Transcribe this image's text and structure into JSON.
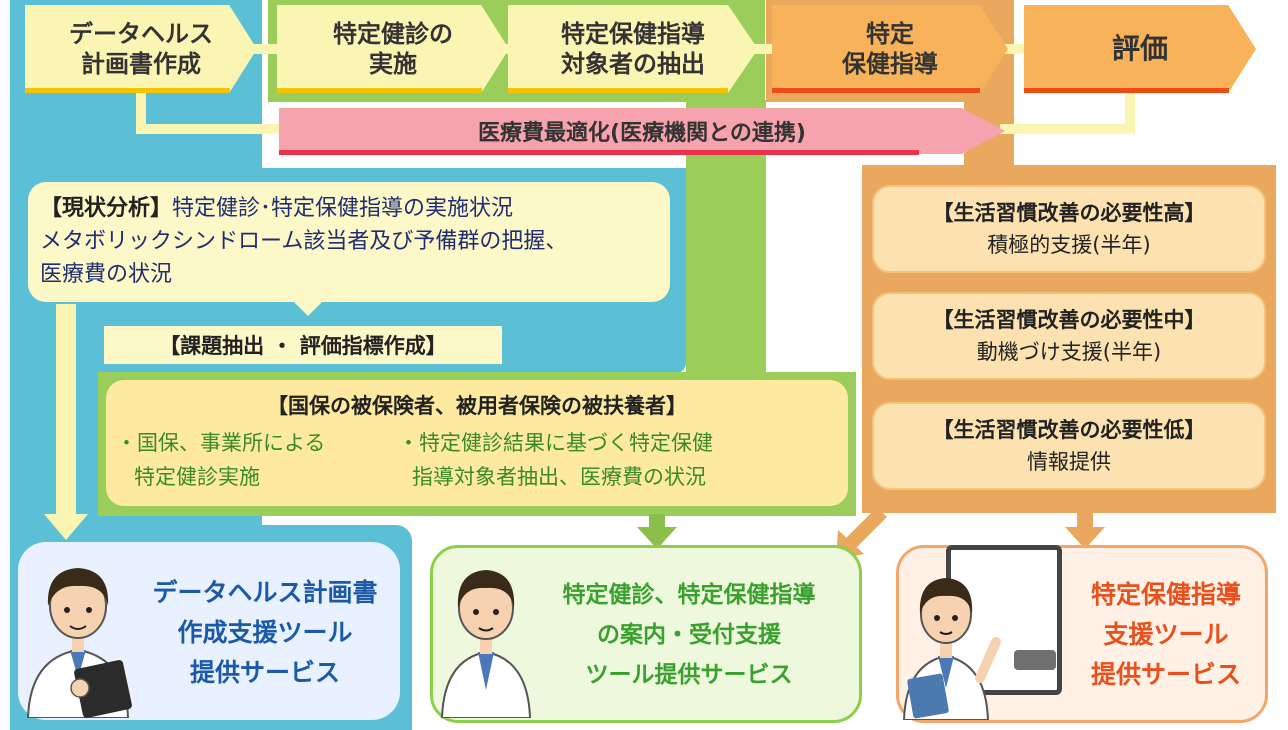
{
  "flow": {
    "step1": [
      "データヘルス",
      "計画書作成"
    ],
    "step2": [
      "特定健診の",
      "実施"
    ],
    "step3": [
      "特定保健指導",
      "対象者の抽出"
    ],
    "step4": [
      "特定",
      "保健指導"
    ],
    "step5": "評価"
  },
  "medical_bar": "医療費最適化(医療機関との連携)",
  "analysis": {
    "tag": "【現状分析】",
    "line1": "特定健診･特定保健指導の実施状況",
    "line2": "メタボリックシンドローム該当者及び予備群の把握、",
    "line3": "医療費の状況"
  },
  "issue_label": "【課題抽出 ・ 評価指標作成】",
  "insured": {
    "title": "【国保の被保険者、被用者保険の被扶養者】",
    "left": [
      "・国保、事業所による",
      "特定健診実施"
    ],
    "right": [
      "・特定健診結果に基づく特定保健",
      "指導対象者抽出、医療費の状況"
    ]
  },
  "support": [
    {
      "title": "【生活習慣改善の必要性高】",
      "body": "積極的支援(半年)"
    },
    {
      "title": "【生活習慣改善の必要性中】",
      "body": "動機づけ支援(半年)"
    },
    {
      "title": "【生活習慣改善の必要性低】",
      "body": "情報提供"
    }
  ],
  "services": {
    "left": [
      "データヘルス計画書",
      "作成支援ツール",
      "提供サービス"
    ],
    "middle": [
      "特定健診、特定保健指導",
      "の案内・受付支援",
      "ツール提供サービス"
    ],
    "right": [
      "特定保健指導",
      "支援ツール",
      "提供サービス"
    ]
  },
  "colors": {
    "blue": "#5bbfd6",
    "green": "#9acd5a",
    "orange": "#e9a85e",
    "navy": "#1f2e70",
    "service_blue": "#1a5aa8",
    "service_green": "#3aa12e",
    "service_orange": "#e8501c"
  }
}
